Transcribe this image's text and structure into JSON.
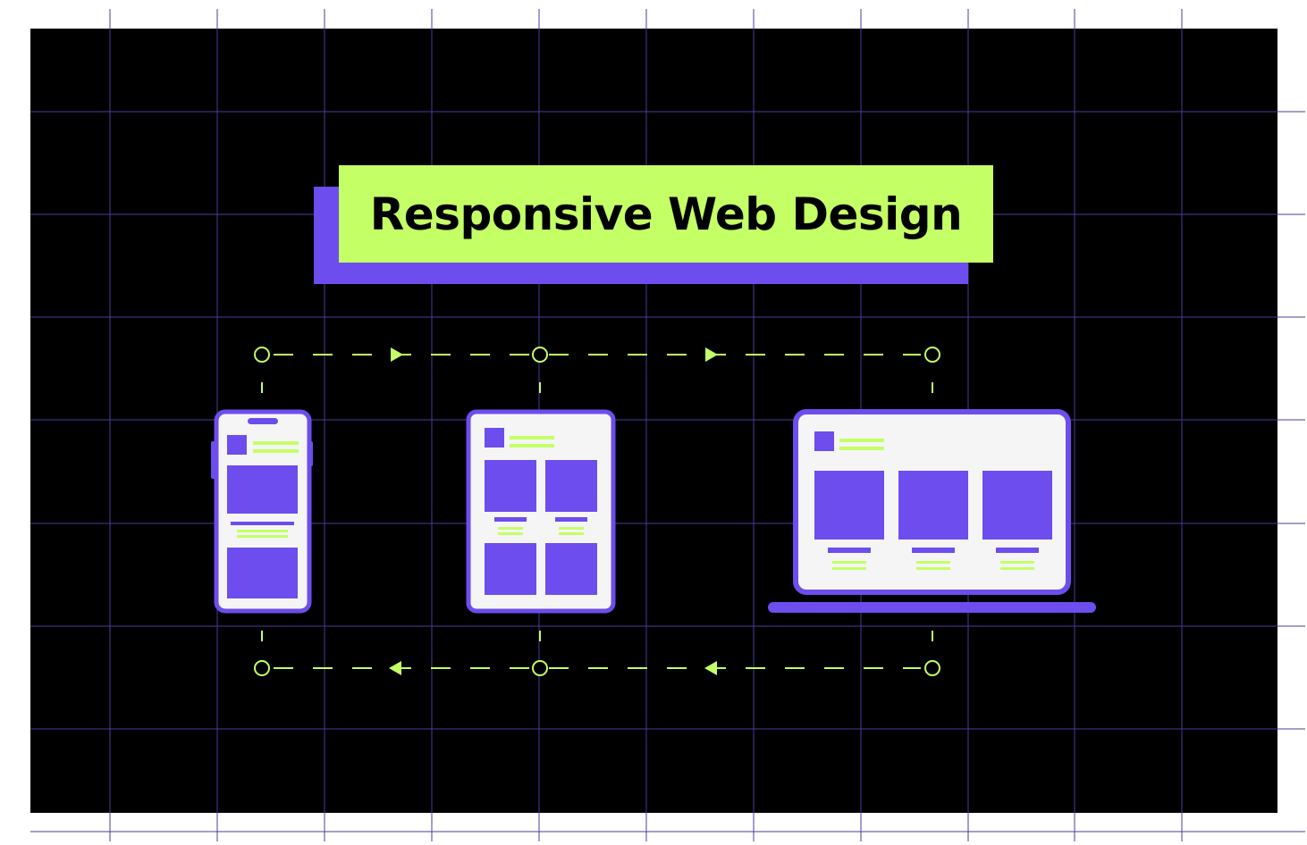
{
  "title": "Responsive Web Design",
  "colors": {
    "background": "#000000",
    "accent": "#c4ff66",
    "purple": "#6d4ded",
    "screen": "#f5f5f5",
    "grid": "#4a3d9a"
  },
  "devices": [
    {
      "kind": "phone",
      "icon": "smartphone-icon"
    },
    {
      "kind": "tablet",
      "icon": "tablet-icon"
    },
    {
      "kind": "laptop",
      "icon": "laptop-icon"
    }
  ],
  "flow": {
    "top_direction": "left-to-right",
    "bottom_direction": "right-to-left"
  }
}
